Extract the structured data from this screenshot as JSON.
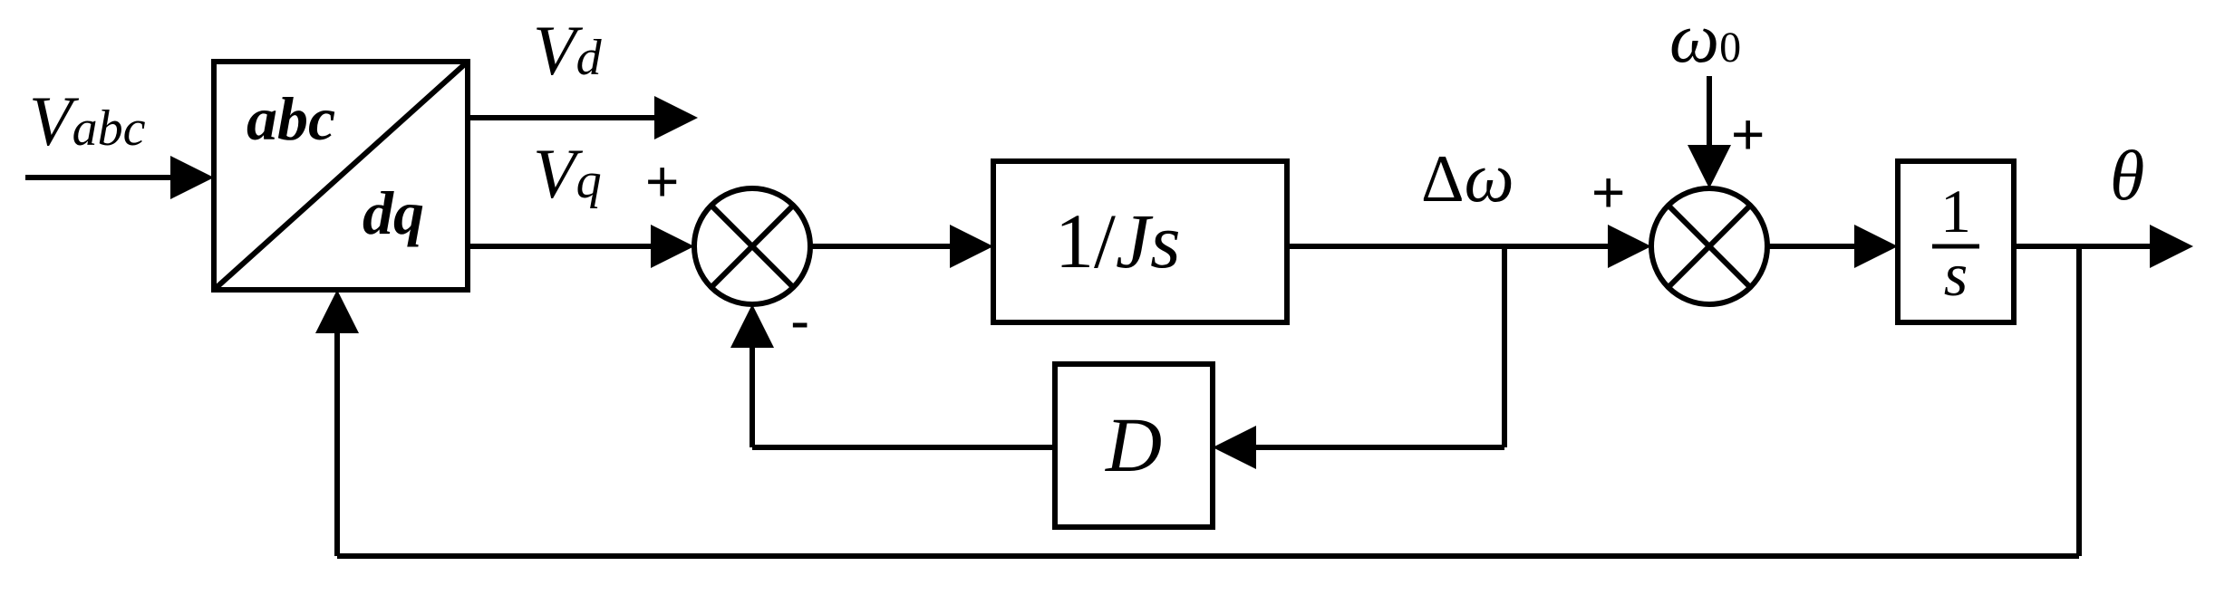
{
  "signals": {
    "v_abc": {
      "main": "V",
      "sub": "abc"
    },
    "v_d": {
      "main": "V",
      "sub": "d"
    },
    "v_q": {
      "main": "V",
      "sub": "q"
    },
    "delta_omega": {
      "delta": "Δ",
      "omega": "ω"
    },
    "omega0": {
      "main": "ω",
      "sub": "0"
    },
    "theta": "θ"
  },
  "blocks": {
    "park_transform": {
      "top": "abc",
      "bottom": "dq"
    },
    "inertia": {
      "one": "1/",
      "var": "Js"
    },
    "damping": "D",
    "integrator": {
      "numerator": "1",
      "denominator": "s"
    }
  },
  "signs": {
    "sum1_plus": "+",
    "sum1_minus": "-",
    "sum2_plus_left": "+",
    "sum2_plus_top": "+"
  },
  "colors": {
    "line": "#000000",
    "background": "#ffffff"
  }
}
